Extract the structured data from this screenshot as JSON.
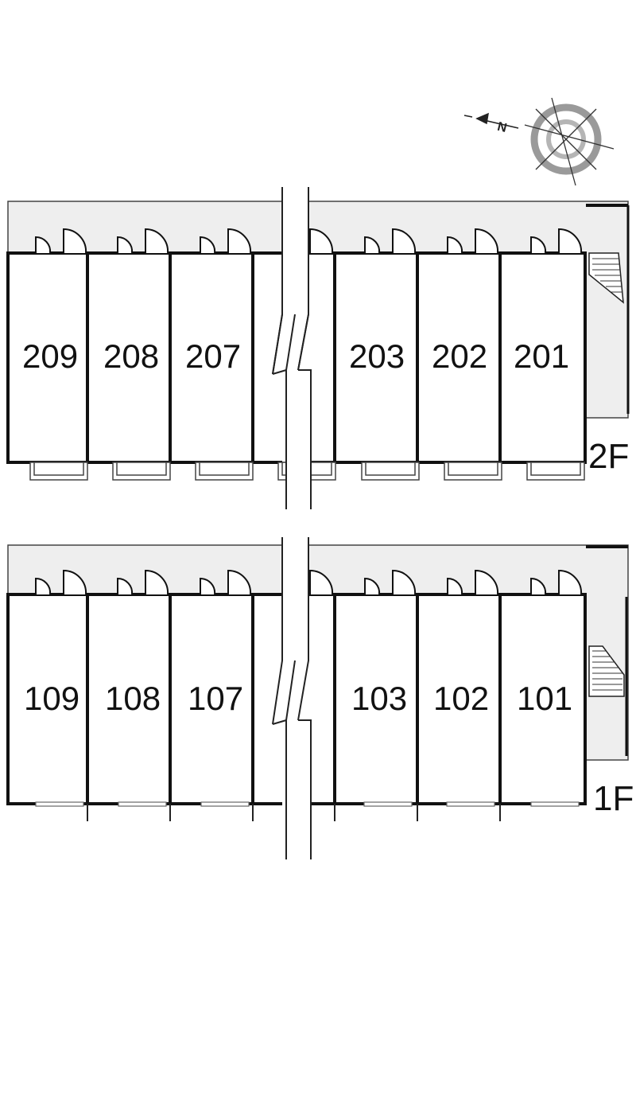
{
  "compass": {
    "north_label": "N",
    "icon": "compass-rose-icon"
  },
  "floors": [
    {
      "id": "floor-2",
      "label": "2F",
      "units_left": [
        "209",
        "208",
        "207"
      ],
      "units_right": [
        "203",
        "202",
        "201"
      ]
    },
    {
      "id": "floor-1",
      "label": "1F",
      "units_left": [
        "109",
        "108",
        "107"
      ],
      "units_right": [
        "103",
        "102",
        "101"
      ]
    }
  ],
  "colors": {
    "corridor": "#eeeeee",
    "wall": "#111111",
    "line": "#444444",
    "compass_ring": "#9a9a9a"
  }
}
